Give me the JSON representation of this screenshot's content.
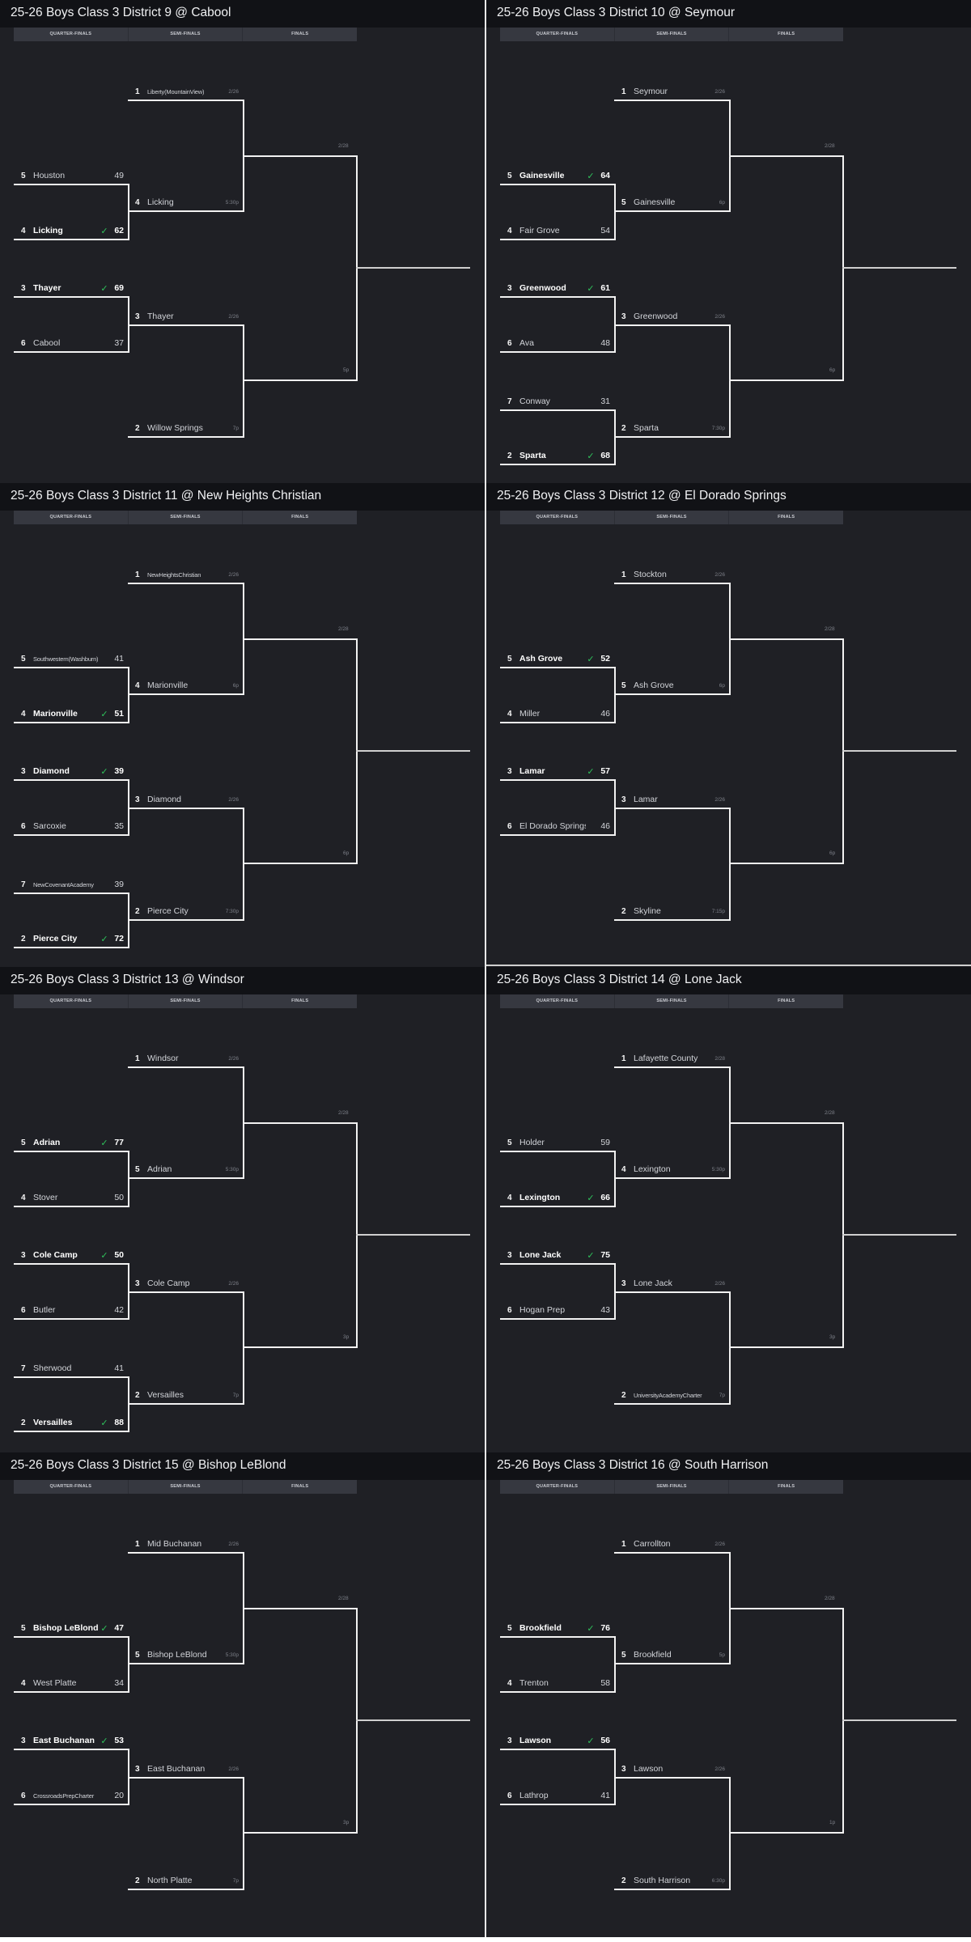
{
  "round_labels": [
    "QUARTER-FINALS",
    "SEMI-FINALS",
    "FINALS"
  ],
  "colors": {
    "background": "#1f2025",
    "header": "#111216",
    "tab_bar": "#363840",
    "win_check": "#2fc25b",
    "line": "#f2f2f2"
  },
  "brackets": [
    {
      "title": "25-26 Boys Class 3 District 9 @ Cabool",
      "finals_date": "2/28",
      "finals_time": "5p",
      "semis": [
        {
          "seed": "1",
          "team": "Liberty(MountainView)",
          "when": "2/26",
          "small": true
        },
        {
          "seed": "4",
          "team": "Licking",
          "when": "5:30p"
        },
        {
          "seed": "3",
          "team": "Thayer",
          "when": "2/26"
        },
        {
          "seed": "2",
          "team": "Willow Springs",
          "when": "7p"
        }
      ],
      "quarters": [
        {
          "seed": "5",
          "team": "Houston",
          "score": "49",
          "win": false
        },
        {
          "seed": "4",
          "team": "Licking",
          "score": "62",
          "win": true
        },
        {
          "seed": "3",
          "team": "Thayer",
          "score": "69",
          "win": true
        },
        {
          "seed": "6",
          "team": "Cabool",
          "score": "37",
          "win": false
        }
      ]
    },
    {
      "title": "25-26 Boys Class 3 District 10 @ Seymour",
      "finals_date": "2/28",
      "finals_time": "6p",
      "semis": [
        {
          "seed": "1",
          "team": "Seymour",
          "when": "2/26"
        },
        {
          "seed": "5",
          "team": "Gainesville",
          "when": "6p"
        },
        {
          "seed": "3",
          "team": "Greenwood",
          "when": "2/26"
        },
        {
          "seed": "2",
          "team": "Sparta",
          "when": "7:30p"
        }
      ],
      "quarters": [
        {
          "seed": "5",
          "team": "Gainesville",
          "score": "64",
          "win": true
        },
        {
          "seed": "4",
          "team": "Fair Grove",
          "score": "54",
          "win": false
        },
        {
          "seed": "3",
          "team": "Greenwood",
          "score": "61",
          "win": true
        },
        {
          "seed": "6",
          "team": "Ava",
          "score": "48",
          "win": false
        },
        {
          "seed": "7",
          "team": "Conway",
          "score": "31",
          "win": false
        },
        {
          "seed": "2",
          "team": "Sparta",
          "score": "68",
          "win": true
        }
      ]
    },
    {
      "title": "25-26 Boys Class 3 District 11 @ New Heights Christian",
      "finals_date": "2/28",
      "finals_time": "6p",
      "semis": [
        {
          "seed": "1",
          "team": "NewHeightsChristian",
          "when": "2/26",
          "small": true
        },
        {
          "seed": "4",
          "team": "Marionville",
          "when": "6p"
        },
        {
          "seed": "3",
          "team": "Diamond",
          "when": "2/26"
        },
        {
          "seed": "2",
          "team": "Pierce City",
          "when": "7:30p"
        }
      ],
      "quarters": [
        {
          "seed": "5",
          "team": "Southwestern(Washburn)",
          "score": "41",
          "win": false,
          "small": true
        },
        {
          "seed": "4",
          "team": "Marionville",
          "score": "51",
          "win": true
        },
        {
          "seed": "3",
          "team": "Diamond",
          "score": "39",
          "win": true
        },
        {
          "seed": "6",
          "team": "Sarcoxie",
          "score": "35",
          "win": false
        },
        {
          "seed": "7",
          "team": "NewCovenantAcademy",
          "score": "39",
          "win": false,
          "small": true
        },
        {
          "seed": "2",
          "team": "Pierce City",
          "score": "72",
          "win": true
        }
      ]
    },
    {
      "title": "25-26 Boys Class 3 District 12 @ El Dorado Springs",
      "finals_date": "2/28",
      "finals_time": "6p",
      "semis": [
        {
          "seed": "1",
          "team": "Stockton",
          "when": "2/26"
        },
        {
          "seed": "5",
          "team": "Ash Grove",
          "when": "6p"
        },
        {
          "seed": "3",
          "team": "Lamar",
          "when": "2/26"
        },
        {
          "seed": "2",
          "team": "Skyline",
          "when": "7:15p"
        }
      ],
      "quarters": [
        {
          "seed": "5",
          "team": "Ash Grove",
          "score": "52",
          "win": true
        },
        {
          "seed": "4",
          "team": "Miller",
          "score": "46",
          "win": false
        },
        {
          "seed": "3",
          "team": "Lamar",
          "score": "57",
          "win": true
        },
        {
          "seed": "6",
          "team": "El Dorado Springs",
          "score": "46",
          "win": false
        }
      ]
    },
    {
      "title": "25-26 Boys Class 3 District 13 @ Windsor",
      "finals_date": "2/28",
      "finals_time": "3p",
      "semis": [
        {
          "seed": "1",
          "team": "Windsor",
          "when": "2/26"
        },
        {
          "seed": "5",
          "team": "Adrian",
          "when": "5:30p"
        },
        {
          "seed": "3",
          "team": "Cole Camp",
          "when": "2/26"
        },
        {
          "seed": "2",
          "team": "Versailles",
          "when": "7p"
        }
      ],
      "quarters": [
        {
          "seed": "5",
          "team": "Adrian",
          "score": "77",
          "win": true
        },
        {
          "seed": "4",
          "team": "Stover",
          "score": "50",
          "win": false
        },
        {
          "seed": "3",
          "team": "Cole Camp",
          "score": "50",
          "win": true
        },
        {
          "seed": "6",
          "team": "Butler",
          "score": "42",
          "win": false
        },
        {
          "seed": "7",
          "team": "Sherwood",
          "score": "41",
          "win": false
        },
        {
          "seed": "2",
          "team": "Versailles",
          "score": "88",
          "win": true
        }
      ]
    },
    {
      "title": "25-26 Boys Class 3 District 14 @ Lone Jack",
      "finals_date": "2/28",
      "finals_time": "3p",
      "semis": [
        {
          "seed": "1",
          "team": "Lafayette County",
          "when": "2/28"
        },
        {
          "seed": "4",
          "team": "Lexington",
          "when": "5:30p"
        },
        {
          "seed": "3",
          "team": "Lone Jack",
          "when": "2/26"
        },
        {
          "seed": "2",
          "team": "UniversityAcademyCharter",
          "when": "7p",
          "small": true
        }
      ],
      "quarters": [
        {
          "seed": "5",
          "team": "Holder",
          "score": "59",
          "win": false
        },
        {
          "seed": "4",
          "team": "Lexington",
          "score": "66",
          "win": true
        },
        {
          "seed": "3",
          "team": "Lone Jack",
          "score": "75",
          "win": true
        },
        {
          "seed": "6",
          "team": "Hogan Prep",
          "score": "43",
          "win": false
        }
      ]
    },
    {
      "title": "25-26 Boys Class 3 District 15 @ Bishop LeBlond",
      "finals_date": "2/28",
      "finals_time": "3p",
      "semis": [
        {
          "seed": "1",
          "team": "Mid Buchanan",
          "when": "2/26"
        },
        {
          "seed": "5",
          "team": "Bishop LeBlond",
          "when": "5:30p"
        },
        {
          "seed": "3",
          "team": "East Buchanan",
          "when": "2/26"
        },
        {
          "seed": "2",
          "team": "North Platte",
          "when": "7p"
        }
      ],
      "quarters": [
        {
          "seed": "5",
          "team": "Bishop LeBlond",
          "score": "47",
          "win": true
        },
        {
          "seed": "4",
          "team": "West Platte",
          "score": "34",
          "win": false
        },
        {
          "seed": "3",
          "team": "East Buchanan",
          "score": "53",
          "win": true
        },
        {
          "seed": "6",
          "team": "CrossroadsPrepCharter",
          "score": "20",
          "win": false,
          "small": true
        }
      ]
    },
    {
      "title": "25-26 Boys Class 3 District 16 @ South Harrison",
      "finals_date": "2/28",
      "finals_time": "1p",
      "semis": [
        {
          "seed": "1",
          "team": "Carrollton",
          "when": "2/26"
        },
        {
          "seed": "5",
          "team": "Brookfield",
          "when": "5p"
        },
        {
          "seed": "3",
          "team": "Lawson",
          "when": "2/26"
        },
        {
          "seed": "2",
          "team": "South Harrison",
          "when": "6:30p"
        }
      ],
      "quarters": [
        {
          "seed": "5",
          "team": "Brookfield",
          "score": "76",
          "win": true
        },
        {
          "seed": "4",
          "team": "Trenton",
          "score": "58",
          "win": false
        },
        {
          "seed": "3",
          "team": "Lawson",
          "score": "56",
          "win": true
        },
        {
          "seed": "6",
          "team": "Lathrop",
          "score": "41",
          "win": false
        }
      ]
    }
  ]
}
